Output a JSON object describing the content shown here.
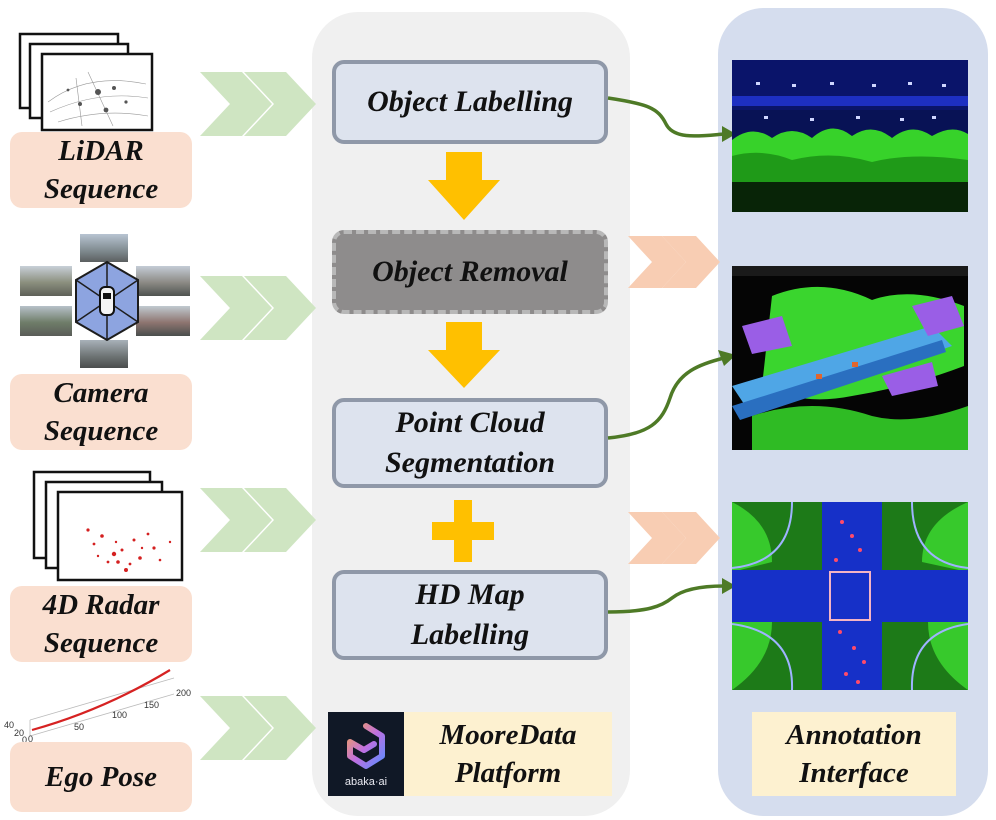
{
  "inputs": [
    {
      "line1": "LiDAR",
      "line2": "Sequence"
    },
    {
      "line1": "Camera",
      "line2": "Sequence"
    },
    {
      "line1": "4D Radar",
      "line2": "Sequence"
    },
    {
      "line1": "Ego Pose",
      "line2": ""
    }
  ],
  "steps": {
    "object_labelling": "Object Labelling",
    "object_removal": "Object Removal",
    "point_cloud_line1": "Point Cloud",
    "point_cloud_line2": "Segmentation",
    "hd_map_line1": "HD Map",
    "hd_map_line2": "Labelling"
  },
  "platform": {
    "line1": "MooreData",
    "line2": "Platform",
    "logo_text": "abaka·ai"
  },
  "annotation": {
    "line1": "Annotation",
    "line2": "Interface"
  },
  "ego_plot_ticks": {
    "x": [
      "0",
      "50",
      "100",
      "150",
      "200"
    ],
    "y": [
      "40",
      "20",
      "0"
    ]
  },
  "colors": {
    "chevron_green": "#cfe5c2",
    "chevron_orange": "#f8cdb3",
    "arrow_yellow": "#ffc000",
    "curve_green": "#4e7a26",
    "label_bg": "#fadfd0",
    "step_bg": "#dde3ee",
    "removal_bg": "#8e8c8c",
    "yellow_box": "#fdf1d0"
  }
}
